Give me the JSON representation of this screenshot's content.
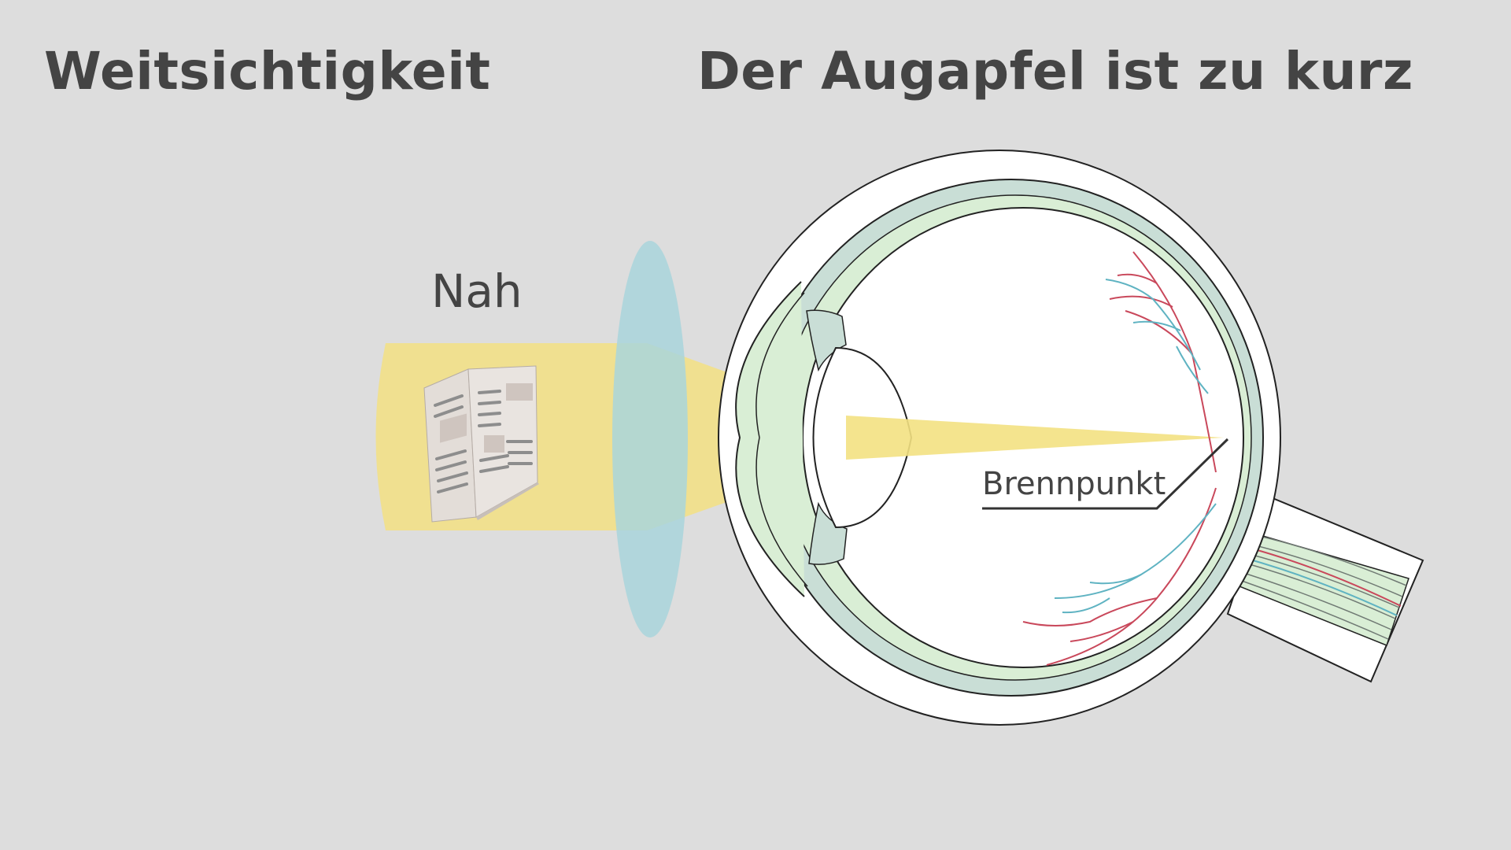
{
  "title_left": "Weitsichtigkeit",
  "title_right": "Der Augapfel ist zu kurz",
  "labels": {
    "near": "Nah",
    "focal_point": "Brennpunkt"
  },
  "colors": {
    "background": "#dddddd",
    "text": "#444444",
    "light_beam": "#f3e182",
    "corrective_lens": "#b3d9dd",
    "sclera": "#ffffff",
    "choroid": "#c9ded6",
    "retina": "#d9eed5",
    "artery": "#c9485b",
    "vein": "#5fb3c2"
  }
}
